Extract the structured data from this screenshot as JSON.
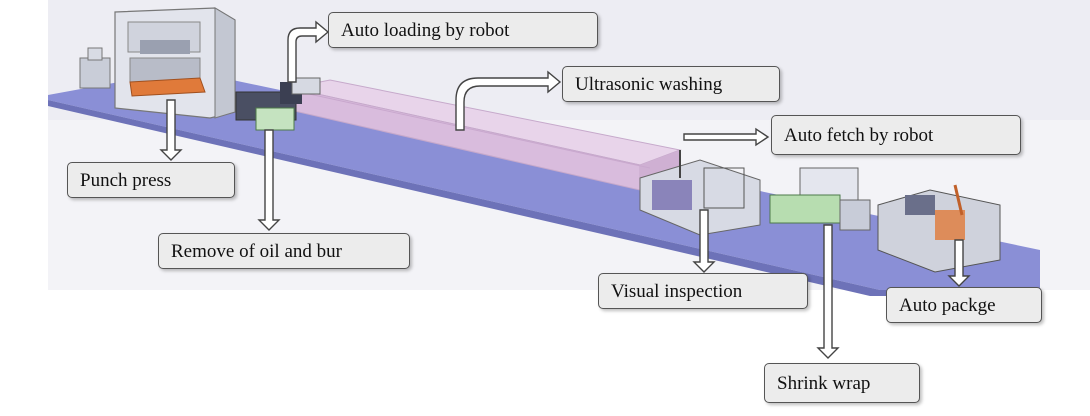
{
  "diagram": {
    "labels": {
      "punch_press": "Punch press",
      "auto_loading": "Auto loading by robot",
      "remove_oil": "Remove of oil and bur",
      "ultrasonic_washing": "Ultrasonic washing",
      "auto_fetch": "Auto fetch by robot",
      "visual_inspection": "Visual inspection",
      "shrink_wrap": "Shrink wrap",
      "auto_package": "Auto packge"
    },
    "colors": {
      "floor": "#8a8fd6",
      "background": "#f4f4f8",
      "washer": "#e6cfe8",
      "machine": "#c8ccd8",
      "callout_bg": "#ececec"
    }
  }
}
